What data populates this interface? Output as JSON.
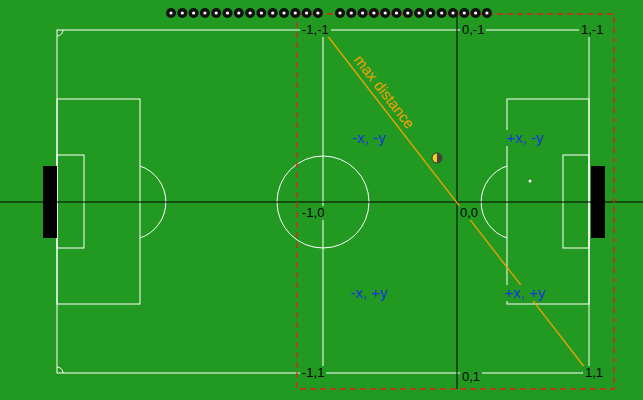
{
  "diagram": {
    "labels": [
      "-1,-1",
      "0,-1",
      "1,-1",
      "-1,0",
      "0,0",
      "-1,1",
      "0,1",
      "1,1",
      "max distance",
      "-x, -y",
      "+x, -y",
      "-x, +y",
      "+x, +y"
    ]
  }
}
